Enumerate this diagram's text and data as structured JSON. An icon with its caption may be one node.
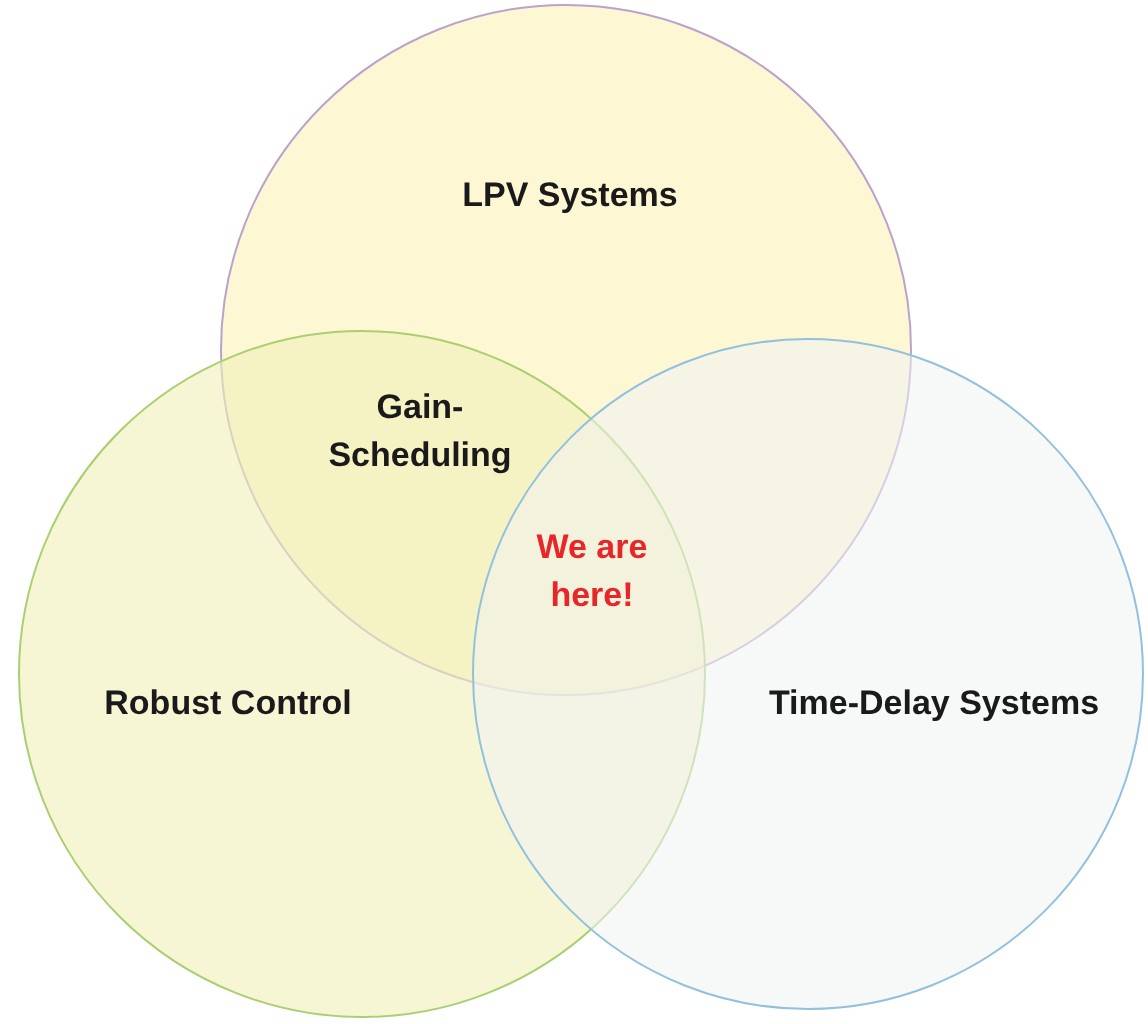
{
  "diagram": {
    "nodes": [
      {
        "text": [
          "LPV Systems"
        ]
      },
      {
        "text": [
          "Robust Control"
        ]
      },
      {
        "text": [
          "Time-Delay Systems"
        ]
      }
    ],
    "labels": [
      "Gain-Scheduling",
      "We are here!"
    ]
  }
}
